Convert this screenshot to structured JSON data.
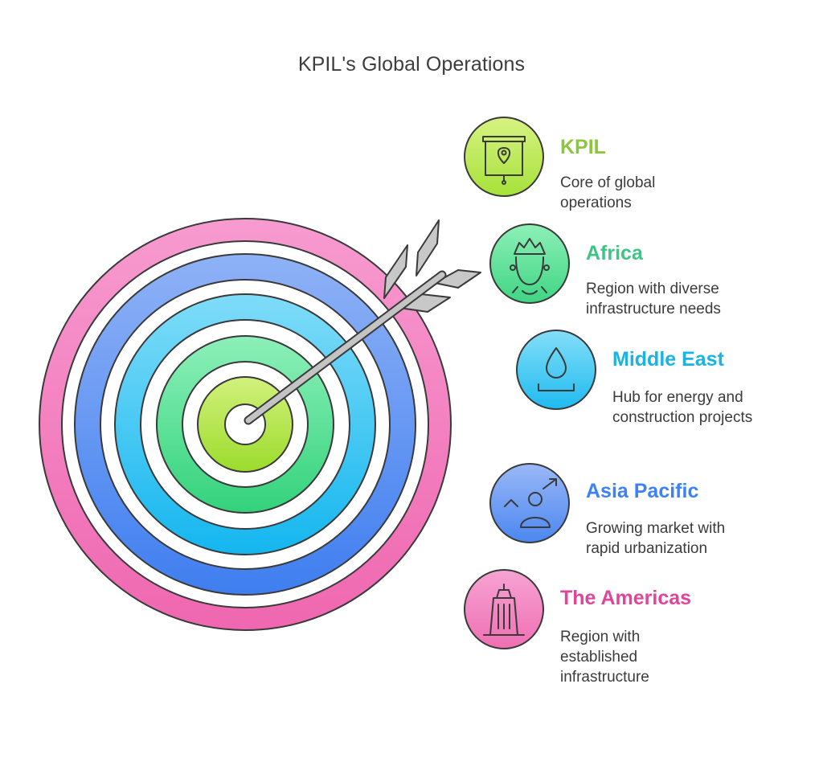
{
  "title": "KPIL's Global Operations",
  "items": [
    {
      "key": "kpil",
      "title": "KPIL",
      "description": "Core of global operations",
      "color": "#8cc63f",
      "fill": "#b6e84a",
      "icon": "map-pin-board-icon"
    },
    {
      "key": "africa",
      "title": "Africa",
      "description": "Region with diverse infrastructure needs",
      "color": "#3cc584",
      "fill": "#56e08f",
      "icon": "african-woman-icon"
    },
    {
      "key": "middle-east",
      "title": "Middle East",
      "description": "Hub for energy and construction projects",
      "color": "#1ab3e6",
      "fill": "#2cc6f3",
      "icon": "water-drop-basin-icon"
    },
    {
      "key": "asia-pacific",
      "title": "Asia Pacific",
      "description": "Growing market with rapid urbanization",
      "color": "#3b82f6",
      "fill": "#5b8ff0",
      "icon": "person-growth-icon"
    },
    {
      "key": "americas",
      "title": "The Americas",
      "description": "Region with established infrastructure",
      "color": "#e0459a",
      "fill": "#f27cba",
      "icon": "skyscraper-icon"
    }
  ]
}
